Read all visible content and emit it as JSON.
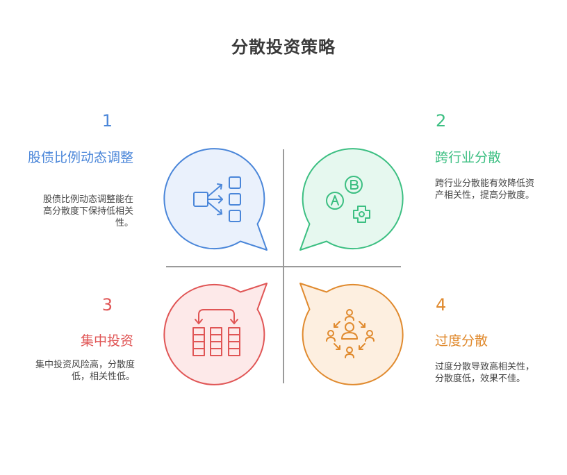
{
  "title": "分散投资策略",
  "colors": {
    "blue": "#4a86d9",
    "green": "#3cbf82",
    "red": "#e05555",
    "orange": "#e08a2e",
    "divider": "#9a9a9a"
  },
  "quadrants": [
    {
      "number": "1",
      "heading": "股债比例动态调整",
      "description": "股债比例动态调整能在高分散度下保持低相关性。",
      "icon": "flow-to-options-icon"
    },
    {
      "number": "2",
      "heading": "跨行业分散",
      "description": "跨行业分散能有效降低资产相关性，提高分散度。",
      "icon": "ab-puzzle-icon"
    },
    {
      "number": "3",
      "heading": "集中投资",
      "description": "集中投资风险高，分散度低，相关性低。",
      "icon": "grid-swap-icon"
    },
    {
      "number": "4",
      "heading": "过度分散",
      "description": "过度分散导致高相关性，分散度低，效果不佳。",
      "icon": "people-network-icon"
    }
  ]
}
